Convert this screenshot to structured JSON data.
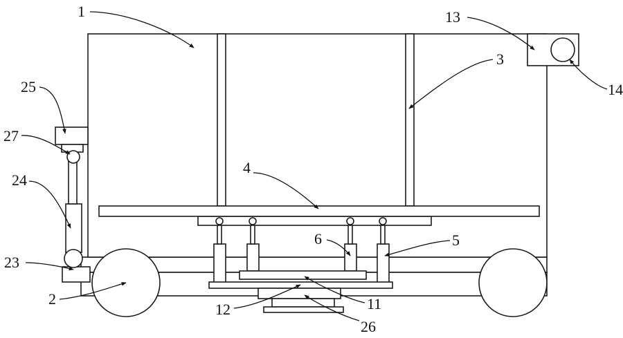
{
  "figure": {
    "labels": {
      "l1": "1",
      "l2": "2",
      "l3": "3",
      "l4": "4",
      "l5": "5",
      "l6": "6",
      "l11": "11",
      "l12": "12",
      "l13": "13",
      "l14": "14",
      "l23": "23",
      "l24": "24",
      "l25": "25",
      "l26": "26",
      "l27": "27"
    }
  }
}
